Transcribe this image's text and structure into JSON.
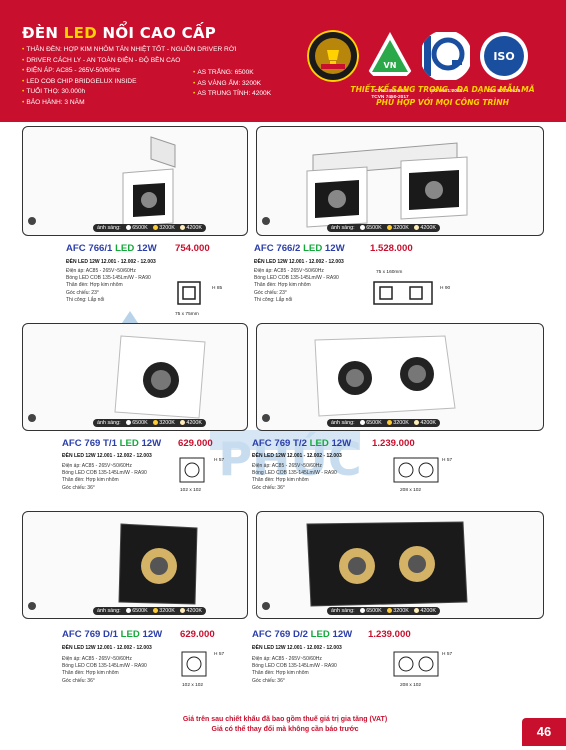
{
  "header": {
    "title_prefix": "ĐÈN ",
    "title_led": "LED",
    "title_suffix": " NỔI CAO CẤP",
    "features_col1": [
      "THÂN ĐÈN: HỢP KIM NHÔM TẢN NHIỆT TỐT - NGUỒN DRIVER RỜI",
      "DRIVER CÁCH LY - AN TOÀN ĐIỆN - ĐỘ BỀN CAO",
      "ĐIỆN ÁP: AC85 - 265V-50/60Hz",
      "LED COB CHIP BRIDGELUX INSIDE",
      "TUỔI THỌ: 30.000h",
      "BẢO HÀNH: 3 NĂM"
    ],
    "features_col2": [
      "AS TRẮNG: 6500K",
      "AS VÀNG ẤM: 3200K",
      "AS TRUNG TÍNH: 4200K"
    ],
    "badges": [
      {
        "caption1": "TCVN 7450-2007",
        "caption2": "TCVN 7450-2017",
        "color": "#ffffff"
      },
      {
        "caption1": "ISO 9001:2008",
        "caption2": "",
        "color": "#ffffff"
      },
      {
        "caption1": "ISO 9001:2015",
        "caption2": "",
        "color": "#1a4fa0"
      }
    ],
    "slogan_line1": "THIẾT KẾ SANG TRỌNG - ĐA DẠNG MẪU MÃ",
    "slogan_line2": "PHÙ HỢP VỚI MỌI CÔNG TRÌNH"
  },
  "light_label": "ánh sáng:",
  "light_temps": [
    "6500K",
    "3200K",
    "4200K"
  ],
  "colors": {
    "brand_red": "#c8102e",
    "blue": "#2c3fa8",
    "green": "#14a83b",
    "yellow": "#ffd200"
  },
  "products": [
    {
      "model_prefix": "AFC 766/1 ",
      "led": "LED",
      "watt": " 12W",
      "price": "754.000",
      "code": "ĐÈN LED 12W  12.001 - 12.002 - 12.003",
      "specs": [
        "Điện áp: AC85 - 265V~50/60Hz",
        "Bóng LED COB 135-145Lm/W - RA90",
        "Thân đèn: Hợp kim nhôm",
        "Góc chiếu: 23°",
        "Thi công: Lắp nổi"
      ],
      "dim_w": "75 x 75mm",
      "dim_h": "85"
    },
    {
      "model_prefix": "AFC 766/2 ",
      "led": "LED",
      "watt": " 12W",
      "price": "1.528.000",
      "code": "ĐÈN LED 12W  12.001 - 12.002 - 12.003",
      "specs": [
        "Điện áp: AC85 - 265V~50/60Hz",
        "Bóng LED COB 135-145Lm/W - RA90",
        "Thân đèn: Hợp kim nhôm",
        "Góc chiếu: 23°",
        "Thi công: Lắp nổi"
      ],
      "dim_w": "75 x 160mm",
      "dim_h": "90"
    },
    {
      "model_prefix": "AFC 769 T/1 ",
      "led": "LED",
      "watt": " 12W",
      "price": "629.000",
      "code": "ĐÈN LED 12W  12.001 - 12.002 - 12.003",
      "specs": [
        "Điện áp: AC85 - 265V~50/60Hz",
        "Bóng LED COB 135-145Lm/W - RA90",
        "Thân đèn: Hợp kim nhôm",
        "Góc chiếu: 36°"
      ],
      "dim_w": "102 x 102",
      "dim_h": "57"
    },
    {
      "model_prefix": "AFC 769 T/2 ",
      "led": "LED",
      "watt": " 12W",
      "price": "1.239.000",
      "code": "ĐÈN LED 12W  12.001 - 12.002 - 12.003",
      "specs": [
        "Điện áp: AC85 - 265V~50/60Hz",
        "Bóng LED COB 135-145Lm/W - RA90",
        "Thân đèn: Hợp kim nhôm",
        "Góc chiếu: 36°"
      ],
      "dim_w": "208 x 102",
      "dim_h": "57"
    },
    {
      "model_prefix": "AFC 769 D/1 ",
      "led": "LED",
      "watt": " 12W",
      "price": "629.000",
      "code": "ĐÈN LED 12W  12.001 - 12.002 - 12.003",
      "specs": [
        "Điện áp: AC85 - 265V~50/60Hz",
        "Bóng LED COB 135-145Lm/W - RA90",
        "Thân đèn: Hợp kim nhôm",
        "Góc chiếu: 36°"
      ],
      "dim_w": "102 x 102",
      "dim_h": "57"
    },
    {
      "model_prefix": "AFC 769 D/2 ",
      "led": "LED",
      "watt": " 12W",
      "price": "1.239.000",
      "code": "ĐÈN LED 12W  12.001 - 12.002 - 12.003",
      "specs": [
        "Điện áp: AC85 - 265V~50/60Hz",
        "Bóng LED COB 135-145Lm/W - RA90",
        "Thân đèn: Hợp kim nhôm",
        "Góc chiếu: 36°"
      ],
      "dim_w": "208 x 102",
      "dim_h": "57"
    }
  ],
  "watermark_text": "PHÚC",
  "footer_line1": "Giá trên sau chiết khấu đã bao gồm thuế giá trị gia tăng (VAT)",
  "footer_line2": "Giá có thể thay đổi mà không cần báo trước",
  "page_number": "46"
}
